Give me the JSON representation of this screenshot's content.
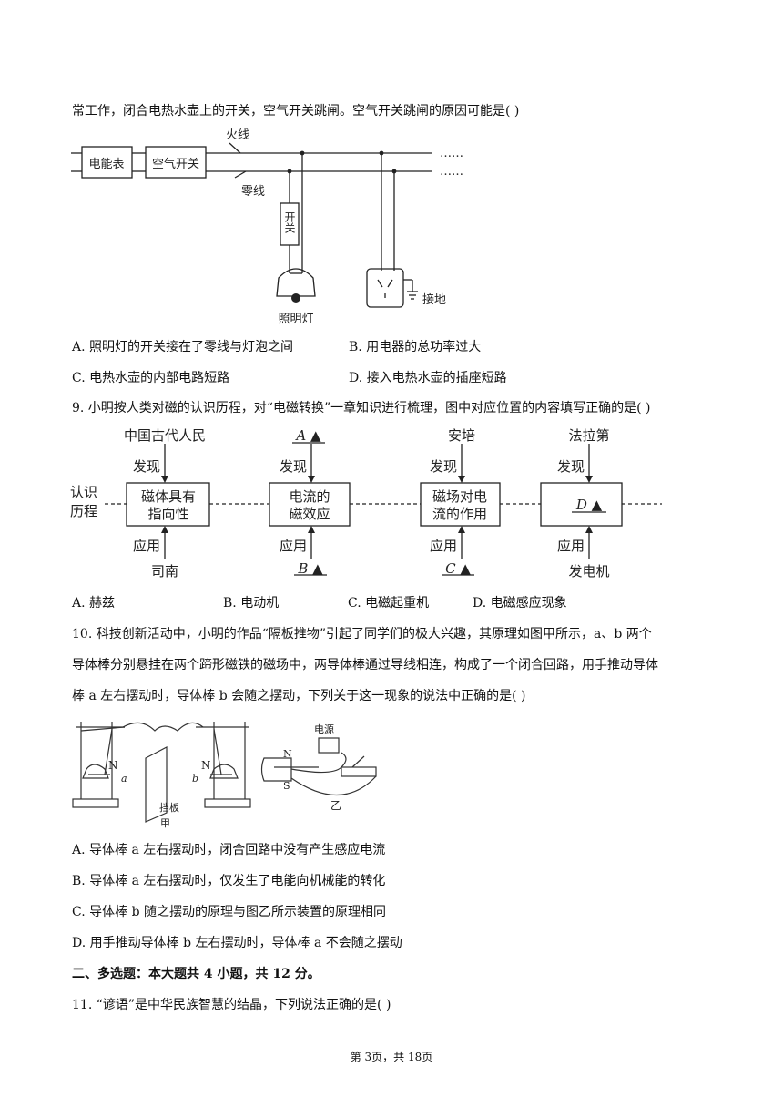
{
  "q8": {
    "intro": "常工作，闭合电热水壶上的开关，空气开关跳闸。空气开关跳闸的原因可能是(    )",
    "figure": {
      "meter": "电能表",
      "breaker": "空气开关",
      "live": "火线",
      "neutral": "零线",
      "switch": "开关",
      "lamp": "照明灯",
      "ground": "接地",
      "dots": "……"
    },
    "options": [
      "A. 照明灯的开关接在了零线与灯泡之间",
      "B. 用电器的总功率过大",
      "C. 电热水壶的内部电路短路",
      "D. 接入电热水壶的插座短路"
    ]
  },
  "q9": {
    "stem": "9. 小明按人类对磁的认识历程，对“电磁转换”一章知识进行梳理，图中对应位置的内容填写正确的是(    )",
    "figure": {
      "side_label_1": "认识",
      "side_label_2": "历程",
      "discover": "发现",
      "apply": "应用",
      "top": [
        "中国古代人民",
        "A ▲",
        "安培",
        "法拉第"
      ],
      "box1": [
        "磁体具有",
        "指向性"
      ],
      "box2": [
        "电流的",
        "磁效应"
      ],
      "box3": [
        "磁场对电",
        "流的作用"
      ],
      "box4": "D ▲",
      "bottom": [
        "司南",
        "B ▲",
        "C ▲",
        "发电机"
      ]
    },
    "options": [
      "A. 赫兹",
      "B. 电动机",
      "C. 电磁起重机",
      "D. 电磁感应现象"
    ]
  },
  "q10": {
    "stem_lines": [
      "10. 科技创新活动中，小明的作品“隔板推物”引起了同学们的极大兴趣，其原理如图甲所示，a、b 两个",
      "导体棒分别悬挂在两个蹄形磁铁的磁场中，两导体棒通过导线相连，构成了一个闭合回路，用手推动导体",
      "棒 a 左右摆动时，导体棒 b 会随之摆动，下列关于这一现象的说法中正确的是(    )"
    ],
    "figure": {
      "n_left": "N",
      "n_right": "N",
      "a": "a",
      "b": "b",
      "baffle": "挡板",
      "jia": "甲",
      "power": "电源",
      "n_yi": "N",
      "s_yi": "S",
      "yi": "乙"
    },
    "options": [
      "A. 导体棒 a 左右摆动时，闭合回路中没有产生感应电流",
      "B. 导体棒 a 左右摆动时，仅发生了电能向机械能的转化",
      "C. 导体棒 b 随之摆动的原理与图乙所示装置的原理相同",
      "D. 用手推动导体棒 b 左右摆动时，导体棒 a 不会随之摆动"
    ]
  },
  "section2": "二、多选题：本大题共 4 小题，共 12 分。",
  "q11": "11. “谚语”是中华民族智慧的结晶，下列说法正确的是(    )",
  "footer": "第 3页，共 18页"
}
